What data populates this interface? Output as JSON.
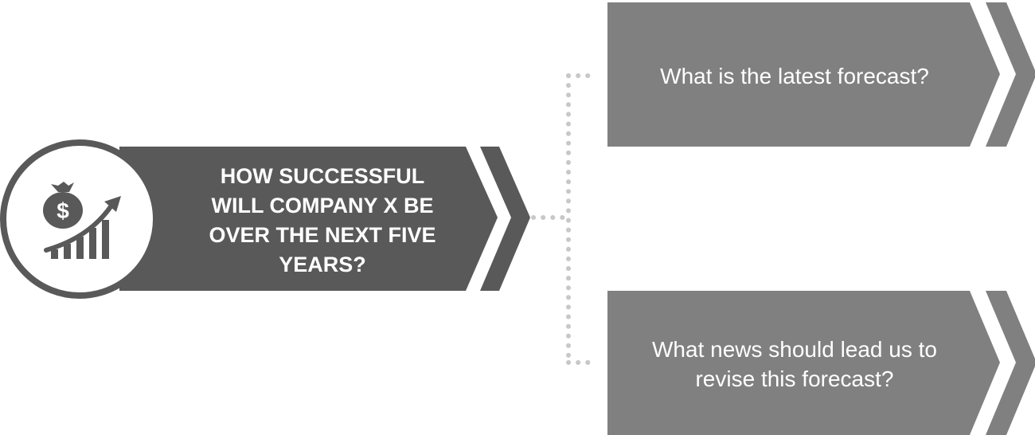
{
  "main_question": {
    "text": "HOW SUCCESSFUL\nWILL COMPANY X BE\nOVER THE NEXT FIVE\nYEARS?",
    "icon": "money-bag-growth-chart-icon"
  },
  "sub_questions": [
    {
      "text": "What is the latest forecast?"
    },
    {
      "text": "What news should lead us to\nrevise this forecast?"
    }
  ],
  "colors": {
    "main_arrow": "#595959",
    "circle_border": "#595959",
    "sub_arrow": "#808080",
    "connector_dots": "#c8c8c8",
    "text": "#ffffff"
  }
}
